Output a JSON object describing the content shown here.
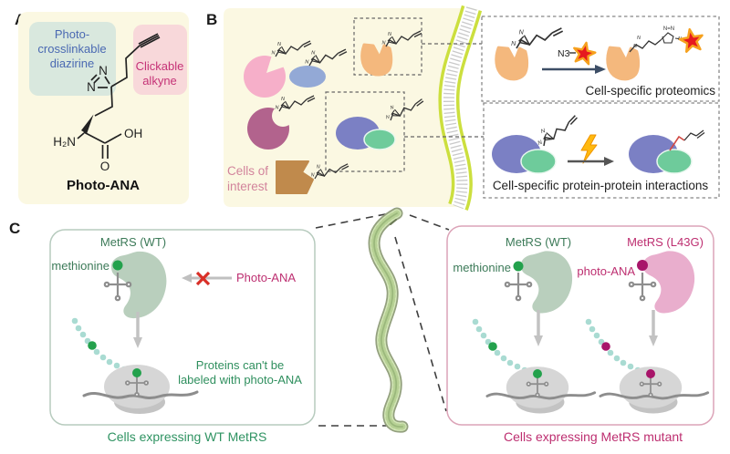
{
  "figure": {
    "panel_a": {
      "label": "A",
      "diazirine_box_lines": [
        "Photo-",
        "crosslinkable",
        "diazirine"
      ],
      "alkyne_box_lines": [
        "Clickable",
        "alkyne"
      ],
      "atoms": {
        "n": "N",
        "h2n": "H₂N",
        "oh": "OH",
        "o": "O"
      },
      "compound_name": "Photo-ANA"
    },
    "panel_b": {
      "label": "B",
      "cells_of_interest_lines": [
        "Cells of",
        "interest"
      ],
      "atom_n": "N",
      "azide_label": "N3",
      "triazole_label": "N=N",
      "proteomics_caption": "Cell-specific proteomics",
      "ppi_caption": "Cell-specific protein-protein interactions"
    },
    "panel_c": {
      "label": "C",
      "wt_box": {
        "enzyme_label": "MetRS (WT)",
        "substrate_label": "methionine",
        "blocked_substrate_label": "Photo-ANA",
        "note_lines": [
          "Proteins can't be",
          "labeled with photo-ANA"
        ],
        "caption": "Cells expressing WT MetRS"
      },
      "mutant_box": {
        "wt_enzyme_label": "MetRS (WT)",
        "wt_substrate_label": "methionine",
        "mutant_enzyme_label": "MetRS (L43G)",
        "mutant_substrate_label": "photo-ANA",
        "caption": "Cells expressing MetRS mutant"
      }
    },
    "colors": {
      "panel_bg": "#fbf8e2",
      "diazirine_box_bg": "#d9e8de",
      "diazirine_text": "#4a69b2",
      "alkyne_box_bg": "#f8d8da",
      "alkyne_text": "#c53377",
      "membrane_green": "#ccdf3e",
      "star_red": "#e6191f",
      "star_outline": "#f6a11e",
      "lightning_yellow": "#ffb90f",
      "green_text": "#2f9362",
      "magenta_text": "#bd2e70",
      "wt_enzyme_fill": "#b9cfbd",
      "mutant_enzyme_fill": "#e9aecd",
      "methionine_dot": "#23a14c",
      "photo_ana_dot": "#a8156a",
      "peptide_dot": "#a9dbd2",
      "ribosome_gray": "#d6d6d6"
    }
  }
}
